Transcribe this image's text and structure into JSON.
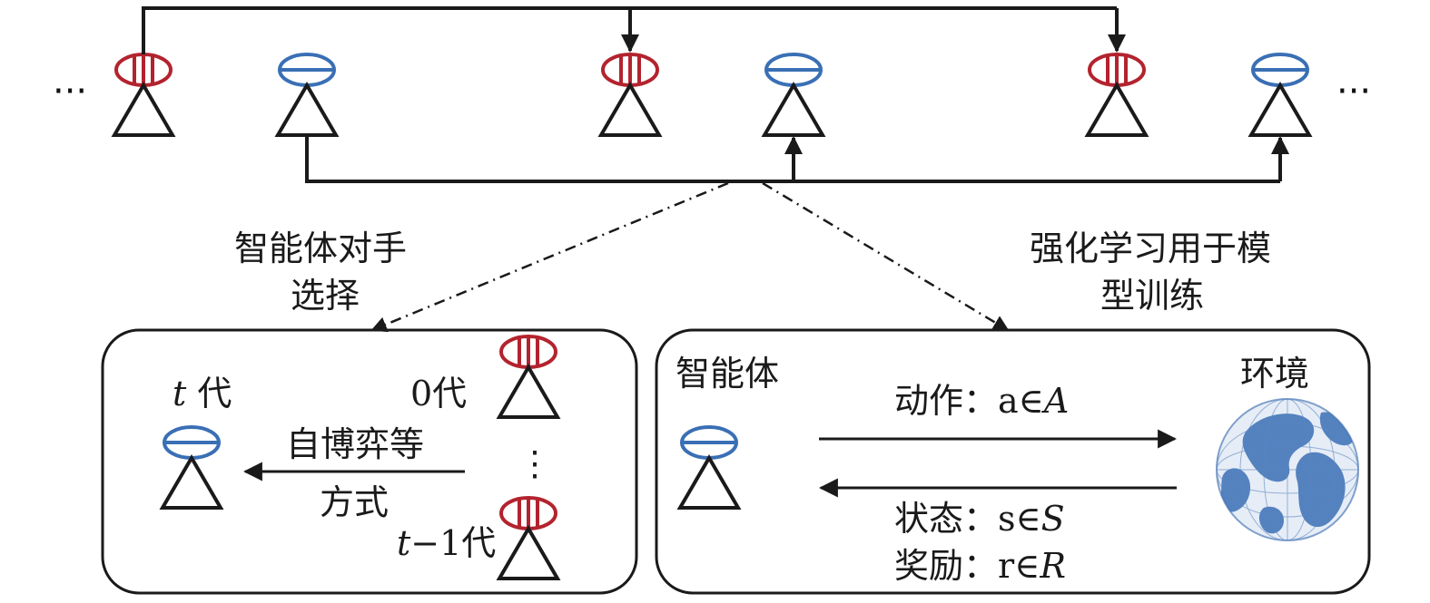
{
  "colors": {
    "red_agent": "#b3232e",
    "blue_agent": "#3a6fb5",
    "line": "#1a1a1a",
    "globe_ocean": "#dfe8f4",
    "globe_land": "#3a6fb5"
  },
  "top_row": {
    "ellipsis_left": "···",
    "ellipsis_right": "···"
  },
  "edges": {
    "left_to_right_label_line1": "智能体对手",
    "left_to_right_label_line2": "选择",
    "right_label_line1": "强化学习用于模",
    "right_label_line2": "型训练"
  },
  "left_box": {
    "t_gen_var": "t",
    "t_gen_suffix": " 代",
    "gen0": "0代",
    "vdots": "⋮",
    "gen_t1_var": "t",
    "gen_t1_suffix": "−1代",
    "method_line1": "自博弈等",
    "method_line2": "方式"
  },
  "right_box": {
    "agent_label": "智能体",
    "env_label": "环境",
    "action_label": "动作：",
    "action_expr_a": "a",
    "action_expr_in": "∈",
    "action_expr_set": "A",
    "state_label": "状态：",
    "state_expr_a": "s",
    "state_expr_in": "∈",
    "state_expr_set": "S",
    "reward_label": "奖励：",
    "reward_expr_a": "r",
    "reward_expr_in": "∈",
    "reward_expr_set": "R"
  }
}
